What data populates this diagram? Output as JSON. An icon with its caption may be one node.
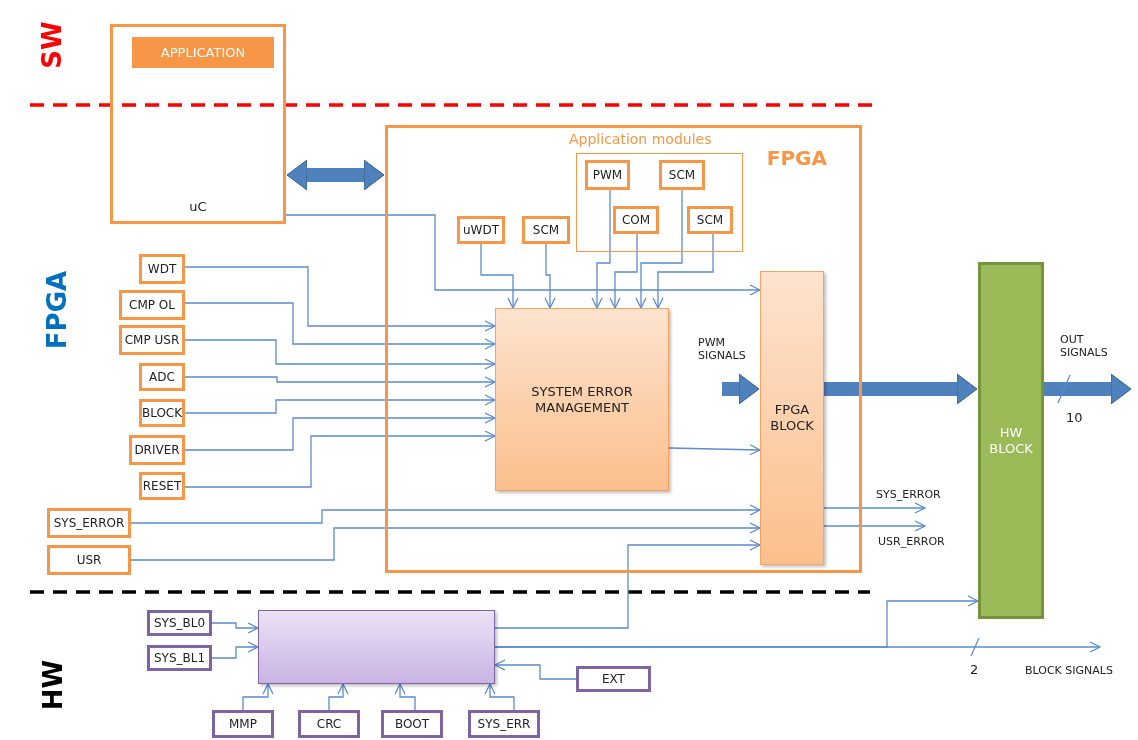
{
  "diagram": {
    "nodes": [
      {
        "text": [
          "uC"
        ]
      },
      {
        "text": [
          "APPLICATION"
        ],
        "in": 0
      },
      {
        "text": [
          "FPGA"
        ]
      },
      {
        "text": [
          "Application modules"
        ],
        "in": 2
      },
      {
        "text": [
          "PWM"
        ],
        "in": 3
      },
      {
        "text": [
          "SCM"
        ],
        "in": 3
      },
      {
        "text": [
          "COM"
        ],
        "in": 3
      },
      {
        "text": [
          "SCM"
        ],
        "in": 3
      },
      {
        "text": [
          "uWDT"
        ],
        "in": 2
      },
      {
        "text": [
          "SCM"
        ],
        "in": 2
      },
      {
        "text": [
          "SYSTEM ERROR MANAGEMENT"
        ],
        "in": 2
      },
      {
        "text": [
          "FPGA BLOCK"
        ],
        "in": 2
      },
      {
        "text": [
          "WDT"
        ]
      },
      {
        "text": [
          "CMP OL"
        ]
      },
      {
        "text": [
          "CMP USR"
        ]
      },
      {
        "text": [
          "ADC"
        ]
      },
      {
        "text": [
          "BLOCK"
        ]
      },
      {
        "text": [
          "DRIVER"
        ]
      },
      {
        "text": [
          "RESET"
        ]
      },
      {
        "text": [
          "SYS_ERROR"
        ]
      },
      {
        "text": [
          "USR"
        ]
      },
      {
        "text": [
          "HW BLOCK"
        ]
      },
      {
        "text": [],
        "shape": "box"
      },
      {
        "text": [
          "SYS_BL0"
        ]
      },
      {
        "text": [
          "SYS_BL1"
        ]
      },
      {
        "text": [
          "EXT"
        ]
      },
      {
        "text": [
          "MMP"
        ]
      },
      {
        "text": [
          "CRC"
        ]
      },
      {
        "text": [
          "BOOT"
        ]
      },
      {
        "text": [
          "SYS_ERR"
        ]
      }
    ],
    "edges": [
      {
        "from": 0,
        "to": 2,
        "arrow": "both",
        "style": "thick"
      },
      {
        "from": 0,
        "to": 11,
        "arrow": "to"
      },
      {
        "from": 8,
        "to": 10,
        "arrow": "to"
      },
      {
        "from": 9,
        "to": 10,
        "arrow": "to"
      },
      {
        "from": 4,
        "to": 10,
        "arrow": "to"
      },
      {
        "from": 6,
        "to": 10,
        "arrow": "to"
      },
      {
        "from": 5,
        "to": 10,
        "arrow": "to"
      },
      {
        "from": 7,
        "to": 10,
        "arrow": "to"
      },
      {
        "from": 12,
        "to": 10,
        "arrow": "to"
      },
      {
        "from": 13,
        "to": 10,
        "arrow": "to"
      },
      {
        "from": 14,
        "to": 10,
        "arrow": "to"
      },
      {
        "from": 15,
        "to": 10,
        "arrow": "to"
      },
      {
        "from": 16,
        "to": 10,
        "arrow": "to"
      },
      {
        "from": 17,
        "to": 10,
        "arrow": "to"
      },
      {
        "from": 18,
        "to": 10,
        "arrow": "to"
      },
      {
        "from": 10,
        "to": 11,
        "arrow": "to"
      },
      {
        "from": 19,
        "to": 11,
        "arrow": "to"
      },
      {
        "from": 20,
        "to": 11,
        "arrow": "to"
      },
      {
        "from": 22,
        "to": 11,
        "arrow": "to"
      },
      {
        "from": null,
        "to": 11,
        "arrow": "to",
        "label": "PWM SIGNALS",
        "style": "thick"
      },
      {
        "from": 11,
        "to": 21,
        "arrow": "to",
        "style": "thick"
      },
      {
        "from": 21,
        "to": null,
        "arrow": "to",
        "label": "OUT SIGNALS",
        "style": "thick"
      },
      {
        "from": 11,
        "to": null,
        "arrow": "to",
        "label": "SYS_ERROR"
      },
      {
        "from": 11,
        "to": null,
        "arrow": "to",
        "label": "USR_ERROR"
      },
      {
        "from": 22,
        "to": 21,
        "arrow": "to"
      },
      {
        "from": 22,
        "to": null,
        "arrow": "to",
        "label": "BLOCK SIGNALS"
      },
      {
        "from": 23,
        "to": 22,
        "arrow": "to"
      },
      {
        "from": 24,
        "to": 22,
        "arrow": "to"
      },
      {
        "from": 25,
        "to": 22,
        "arrow": "to"
      },
      {
        "from": 26,
        "to": 22,
        "arrow": "to"
      },
      {
        "from": 27,
        "to": 22,
        "arrow": "to"
      },
      {
        "from": 28,
        "to": 22,
        "arrow": "to"
      },
      {
        "from": 29,
        "to": 22,
        "arrow": "to"
      }
    ],
    "labels": [
      "SW",
      "FPGA",
      "HW",
      "10",
      "2"
    ]
  }
}
